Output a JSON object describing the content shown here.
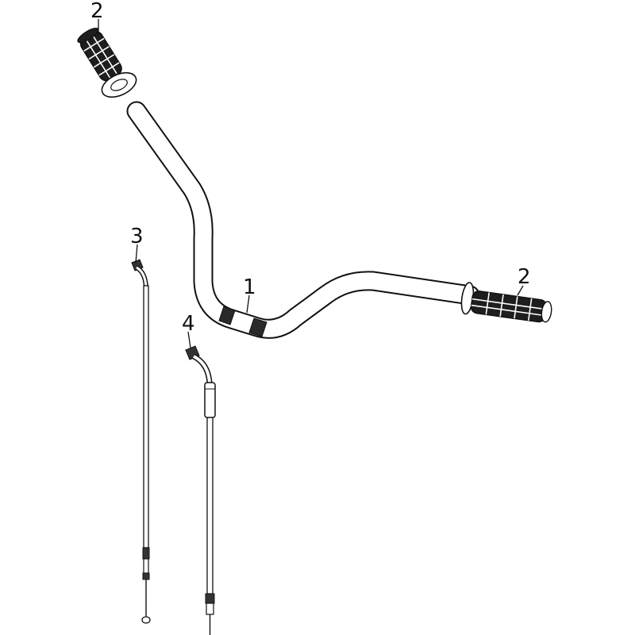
{
  "callouts": {
    "handlebar": "1",
    "grip_left": "2",
    "grip_right": "2",
    "cable_3": "3",
    "cable_4": "4"
  },
  "colors": {
    "line": "#111111",
    "fill": "#ffffff",
    "grip": "#1e1e1e",
    "band": "#2a2a2a"
  }
}
